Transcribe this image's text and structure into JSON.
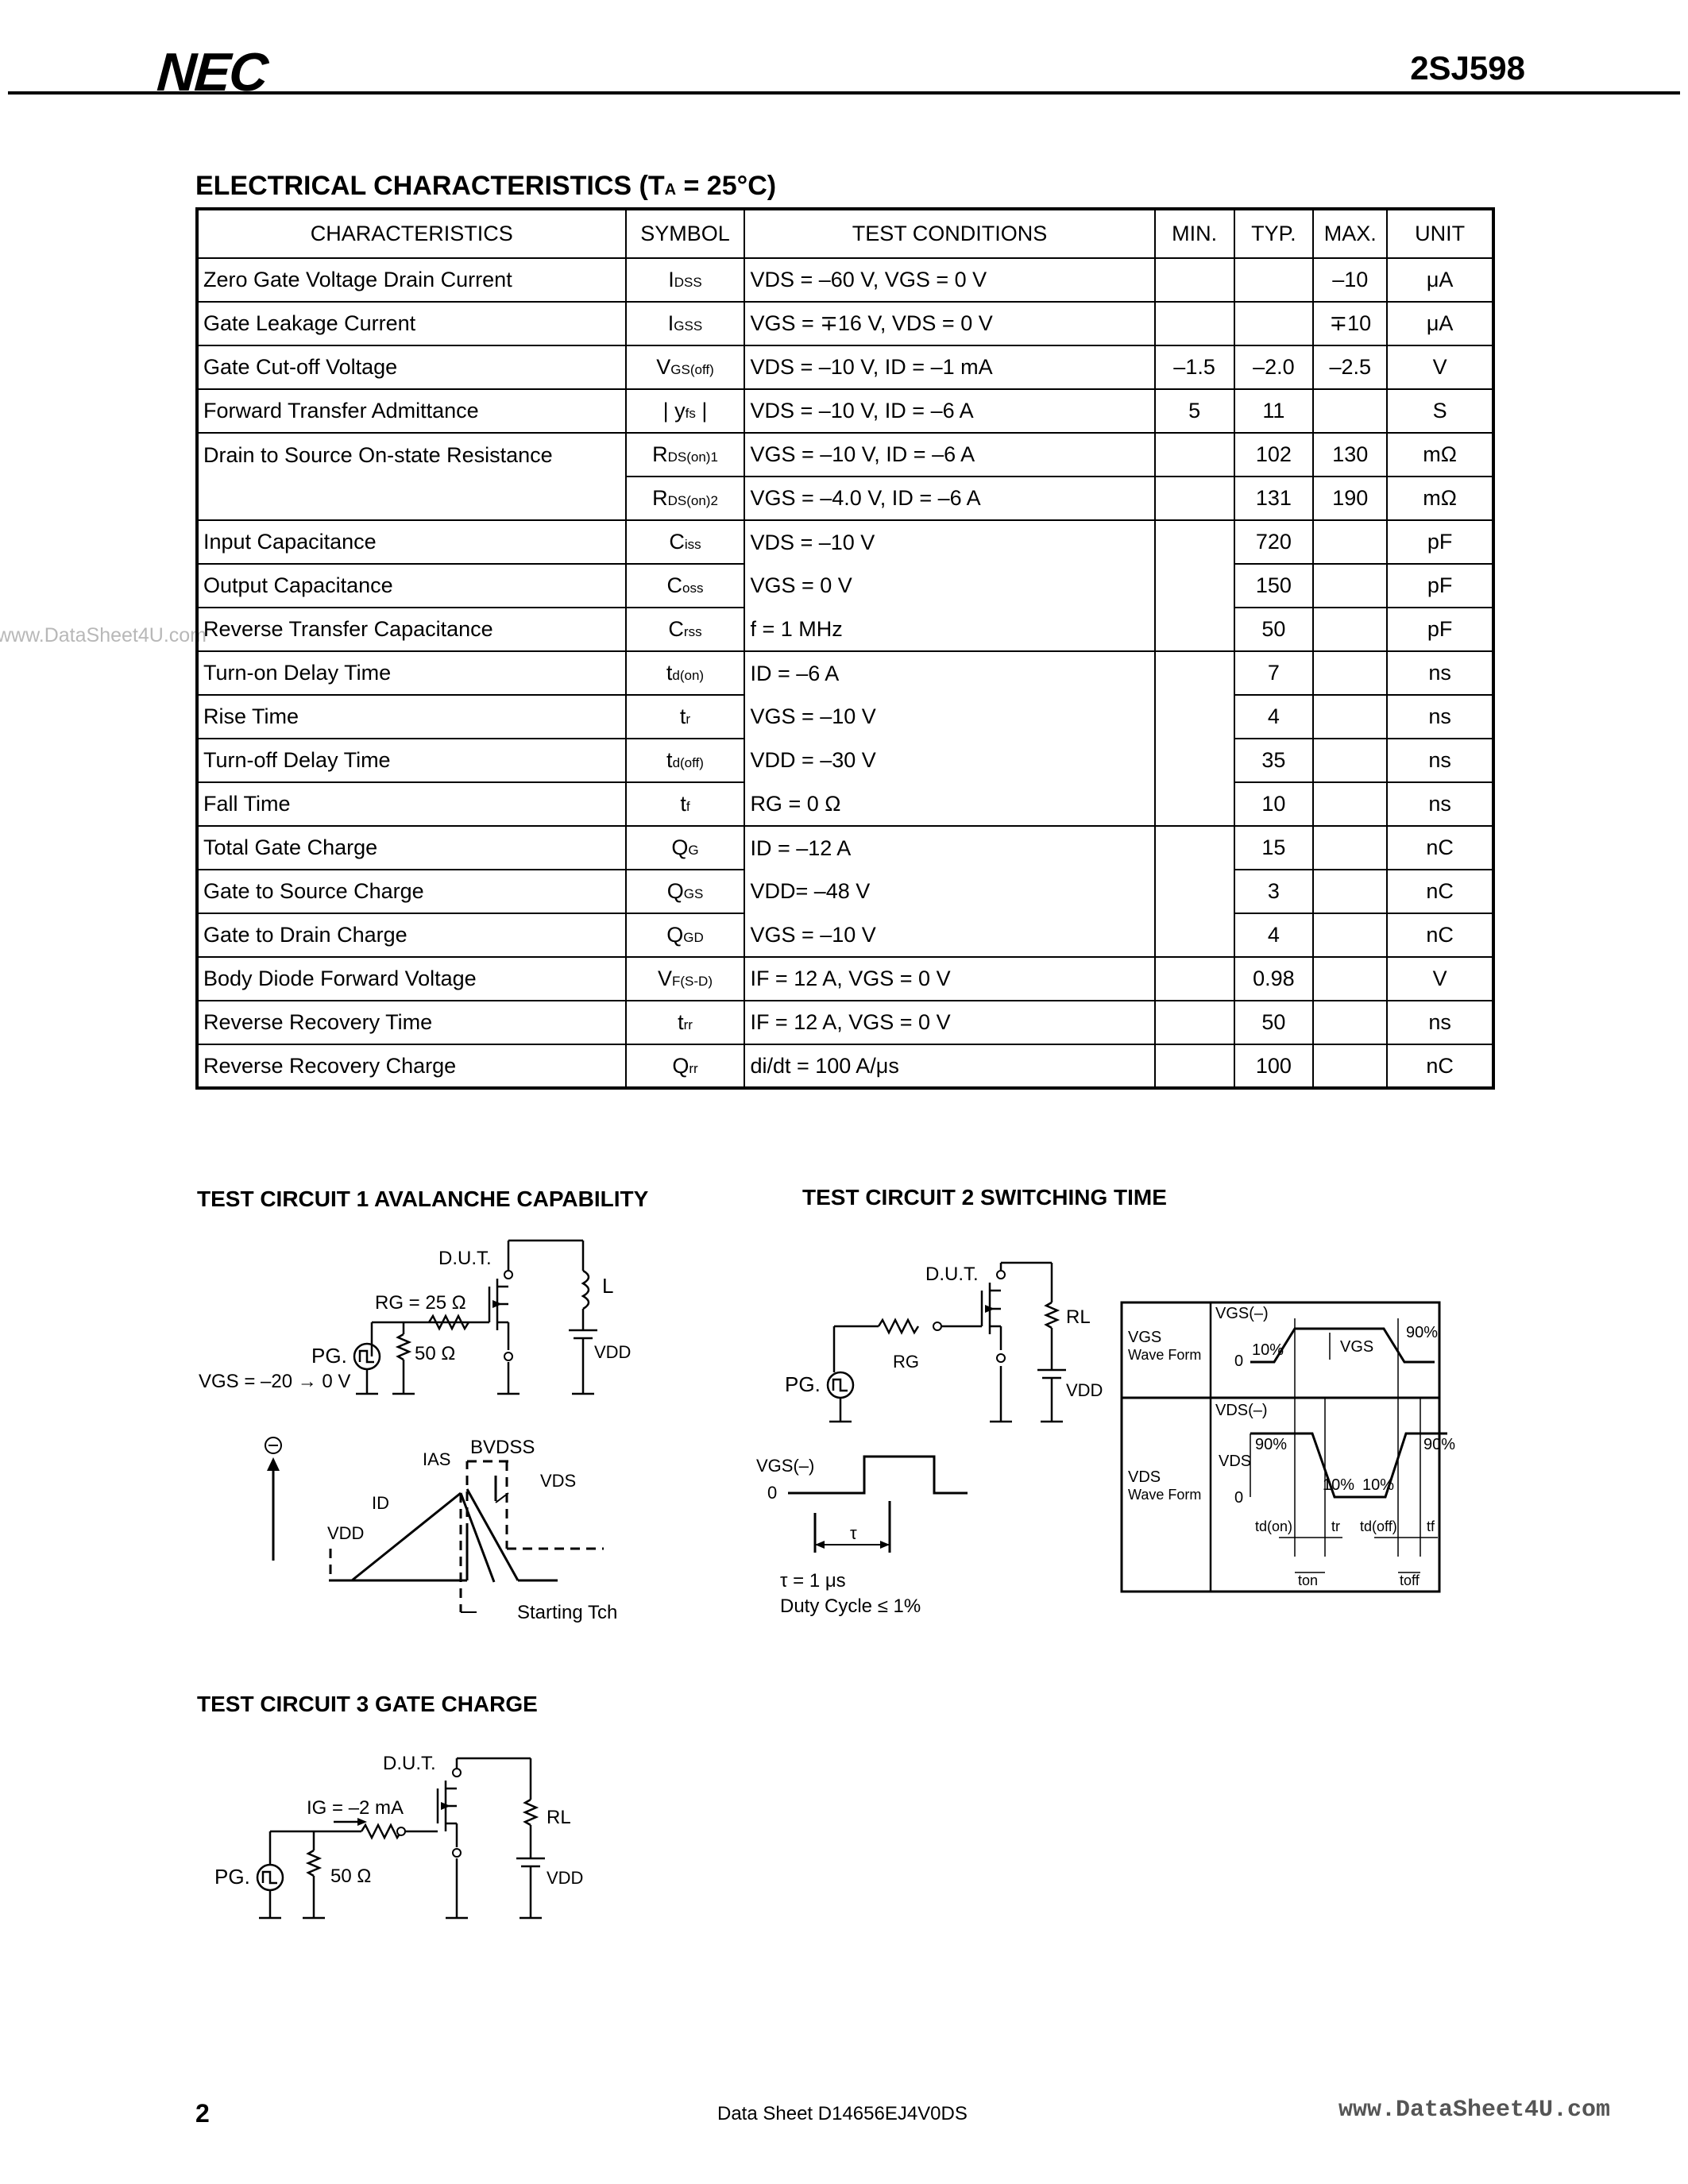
{
  "header": {
    "logo": "NEC",
    "part_number": "2SJ598"
  },
  "watermark_side": "www.DataSheet4U.com",
  "table_title": {
    "prefix": "ELECTRICAL CHARACTERISTICS (T",
    "sub": "A",
    "suffix": " = 25°C)"
  },
  "columns": [
    "CHARACTERISTICS",
    "SYMBOL",
    "TEST CONDITIONS",
    "MIN.",
    "TYP.",
    "MAX.",
    "UNIT"
  ],
  "rows": [
    {
      "char": "Zero Gate Voltage Drain Current",
      "sym": "I",
      "sub": "DSS",
      "cond": "VDS = –60 V, VGS = 0 V",
      "min": "",
      "typ": "",
      "max": "–10",
      "unit": "μA"
    },
    {
      "char": "Gate Leakage Current",
      "sym": "I",
      "sub": "GSS",
      "cond": "VGS = ∓16 V, VDS = 0 V",
      "min": "",
      "typ": "",
      "max": "∓10",
      "unit": "μA"
    },
    {
      "char": "Gate Cut-off Voltage",
      "sym": "V",
      "sub": "GS(off)",
      "cond": "VDS = –10 V, ID = –1 mA",
      "min": "–1.5",
      "typ": "–2.0",
      "max": "–2.5",
      "unit": "V"
    },
    {
      "char": "Forward Transfer Admittance",
      "sym": "| y",
      "sub": "fs",
      "sym2": " |",
      "cond": "VDS = –10 V, ID = –6 A",
      "min": "5",
      "typ": "11",
      "max": "",
      "unit": "S"
    },
    {
      "char": "Drain to Source On-state Resistance",
      "sym": "R",
      "sub": "DS(on)1",
      "cond": "VGS = –10 V, ID = –6 A",
      "min": "",
      "typ": "102",
      "max": "130",
      "unit": "mΩ"
    },
    {
      "char": "",
      "sym": "R",
      "sub": "DS(on)2",
      "cond": "VGS = –4.0 V, ID = –6 A",
      "min": "",
      "typ": "131",
      "max": "190",
      "unit": "mΩ"
    },
    {
      "char": "Input Capacitance",
      "sym": "C",
      "sub": "iss",
      "cond": "VDS = –10 V",
      "min": "",
      "typ": "720",
      "max": "",
      "unit": "pF"
    },
    {
      "char": "Output Capacitance",
      "sym": "C",
      "sub": "oss",
      "cond": "VGS = 0 V",
      "min": "",
      "typ": "150",
      "max": "",
      "unit": "pF"
    },
    {
      "char": "Reverse Transfer Capacitance",
      "sym": "C",
      "sub": "rss",
      "cond": "f = 1 MHz",
      "min": "",
      "typ": "50",
      "max": "",
      "unit": "pF"
    },
    {
      "char": "Turn-on Delay Time",
      "sym": "t",
      "sub": "d(on)",
      "cond": "ID = –6 A",
      "min": "",
      "typ": "7",
      "max": "",
      "unit": "ns"
    },
    {
      "char": "Rise Time",
      "sym": "t",
      "sub": "r",
      "cond": "VGS = –10 V",
      "min": "",
      "typ": "4",
      "max": "",
      "unit": "ns"
    },
    {
      "char": "Turn-off Delay Time",
      "sym": "t",
      "sub": "d(off)",
      "cond": "VDD = –30 V",
      "min": "",
      "typ": "35",
      "max": "",
      "unit": "ns"
    },
    {
      "char": "Fall Time",
      "sym": "t",
      "sub": "f",
      "cond": "RG = 0 Ω",
      "min": "",
      "typ": "10",
      "max": "",
      "unit": "ns"
    },
    {
      "char": "Total Gate Charge",
      "sym": "Q",
      "sub": "G",
      "cond": "ID = –12 A",
      "min": "",
      "typ": "15",
      "max": "",
      "unit": "nC"
    },
    {
      "char": "Gate to Source Charge",
      "sym": "Q",
      "sub": "GS",
      "cond": "VDD= –48 V",
      "min": "",
      "typ": "3",
      "max": "",
      "unit": "nC"
    },
    {
      "char": "Gate to Drain Charge",
      "sym": "Q",
      "sub": "GD",
      "cond": "VGS = –10 V",
      "min": "",
      "typ": "4",
      "max": "",
      "unit": "nC"
    },
    {
      "char": "Body Diode Forward Voltage",
      "sym": "V",
      "sub": "F(S-D)",
      "cond": "IF = 12 A, VGS = 0 V",
      "min": "",
      "typ": "0.98",
      "max": "",
      "unit": "V"
    },
    {
      "char": "Reverse Recovery Time",
      "sym": "t",
      "sub": "rr",
      "cond": "IF = 12 A, VGS = 0 V",
      "min": "",
      "typ": "50",
      "max": "",
      "unit": "ns"
    },
    {
      "char": "Reverse Recovery Charge",
      "sym": "Q",
      "sub": "rr",
      "cond": "di/dt = 100 A/μs",
      "min": "",
      "typ": "100",
      "max": "",
      "unit": "nC"
    }
  ],
  "tc1": {
    "title": "TEST CIRCUIT 1  AVALANCHE CAPABILITY",
    "dut": "D.U.T.",
    "rg": "RG = 25 Ω",
    "l": "L",
    "r50": "50 Ω",
    "pg": "PG.",
    "vdd": "VDD",
    "vgs": "VGS = –20 → 0 V",
    "minus": "⊖",
    "ias": "IAS",
    "bvdss": "BVDSS",
    "vds": "VDS",
    "id": "ID",
    "vdd2": "VDD",
    "starting": "Starting Tch"
  },
  "tc2": {
    "title": "TEST CIRCUIT 2  SWITCHING TIME",
    "dut": "D.U.T.",
    "rl": "RL",
    "rg": "RG",
    "pg": "PG.",
    "vdd": "VDD",
    "vgs_minus": "VGS(–)",
    "zero": "0",
    "tau": "τ",
    "tau_eq": "τ = 1 μs",
    "duty": "Duty Cycle ≤ 1%",
    "wf_vgs": "VGS",
    "wf_vgs_form": "Wave Form",
    "wf_vgs_top": "VGS(–)",
    "wf_vgs_label": "VGS",
    "pct10": "10%",
    "pct90": "90%",
    "wf_vds": "VDS",
    "wf_vds_form": "Wave Form",
    "wf_vds_top": "VDS(–)",
    "wf_vds_label": "VDS",
    "td_on": "td(on)",
    "tr": "tr",
    "td_off": "td(off)",
    "tf": "tf",
    "ton": "ton",
    "toff": "toff"
  },
  "tc3": {
    "title": "TEST CIRCUIT 3  GATE CHARGE",
    "dut": "D.U.T.",
    "ig": "IG = –2 mA",
    "rl": "RL",
    "pg": "PG.",
    "r50": "50 Ω",
    "vdd": "VDD"
  },
  "footer": {
    "page": "2",
    "doc": "Data Sheet  D14656EJ4V0DS",
    "watermark": "www.DataSheet4U.com"
  }
}
